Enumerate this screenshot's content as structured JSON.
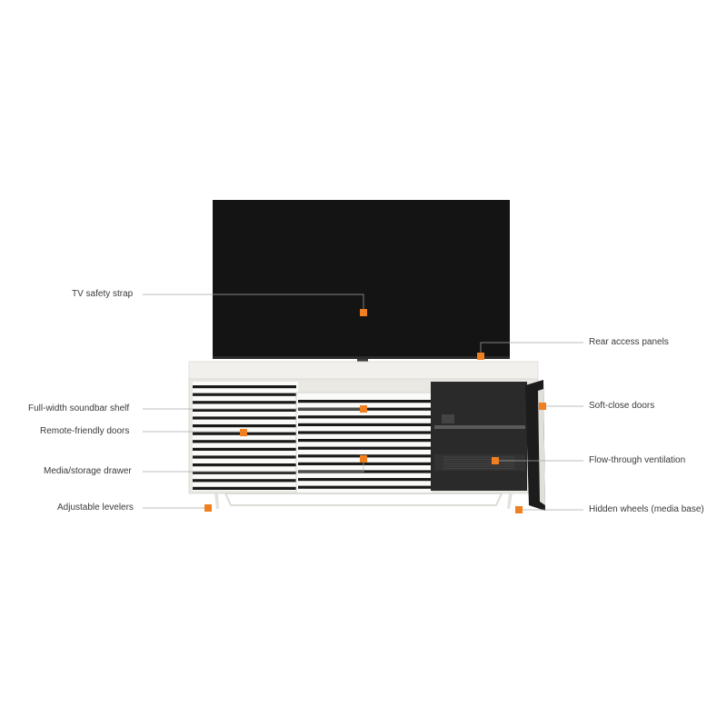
{
  "accent_color": "#f07f1f",
  "cabinet_color": "#f1f0ec",
  "tv_screen_color": "#141414",
  "callouts": [
    {
      "id": "tv-safety-strap",
      "label": "TV safety strap"
    },
    {
      "id": "rear-access-panels",
      "label": "Rear access panels"
    },
    {
      "id": "full-width-soundbar-shelf",
      "label": "Full-width soundbar shelf"
    },
    {
      "id": "soft-close-doors",
      "label": "Soft-close doors"
    },
    {
      "id": "remote-friendly-doors",
      "label": "Remote-friendly doors"
    },
    {
      "id": "media-storage-drawer",
      "label": "Media/storage drawer"
    },
    {
      "id": "flow-through-ventilation",
      "label": "Flow-through ventilation"
    },
    {
      "id": "adjustable-levelers",
      "label": "Adjustable levelers"
    },
    {
      "id": "hidden-wheels",
      "label": "Hidden wheels (media base)"
    }
  ]
}
